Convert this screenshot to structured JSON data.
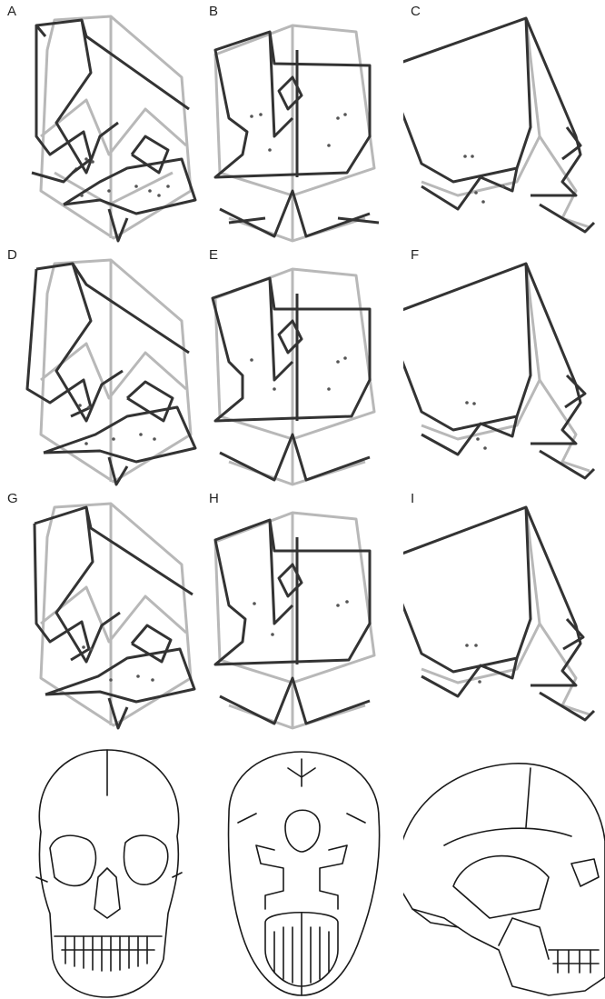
{
  "figure": {
    "panels": [
      {
        "label": "A",
        "view": "frontal"
      },
      {
        "label": "B",
        "view": "inferior"
      },
      {
        "label": "C",
        "view": "lateral"
      },
      {
        "label": "D",
        "view": "frontal"
      },
      {
        "label": "E",
        "view": "inferior"
      },
      {
        "label": "F",
        "view": "lateral"
      },
      {
        "label": "G",
        "view": "frontal"
      },
      {
        "label": "H",
        "view": "inferior"
      },
      {
        "label": "I",
        "view": "lateral"
      }
    ],
    "reference_skulls": [
      "frontal",
      "inferior",
      "lateral"
    ]
  },
  "colors": {
    "reference_wireframe": "#b8b8b8",
    "model_wireframe": "#333333",
    "landmark_dots": "#555555",
    "skull_outline": "#1a1a1a"
  }
}
